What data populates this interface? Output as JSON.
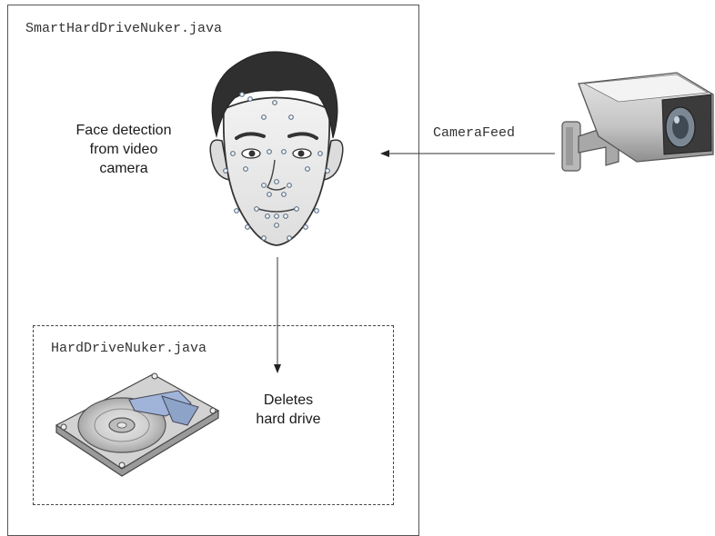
{
  "outer_box": {
    "title": "SmartHardDriveNuker.java"
  },
  "inner_box": {
    "title": "HardDriveNuker.java"
  },
  "face_node": {
    "label_lines": [
      "Face detection",
      "from video",
      "camera"
    ]
  },
  "hard_drive_node": {
    "label_lines": [
      "Deletes",
      "hard drive"
    ]
  },
  "camera_node": {
    "edge_label": "CameraFeed"
  },
  "icons": {
    "face": "face-landmarks-icon",
    "camera": "security-camera-icon",
    "hard_drive": "hard-drive-icon"
  }
}
